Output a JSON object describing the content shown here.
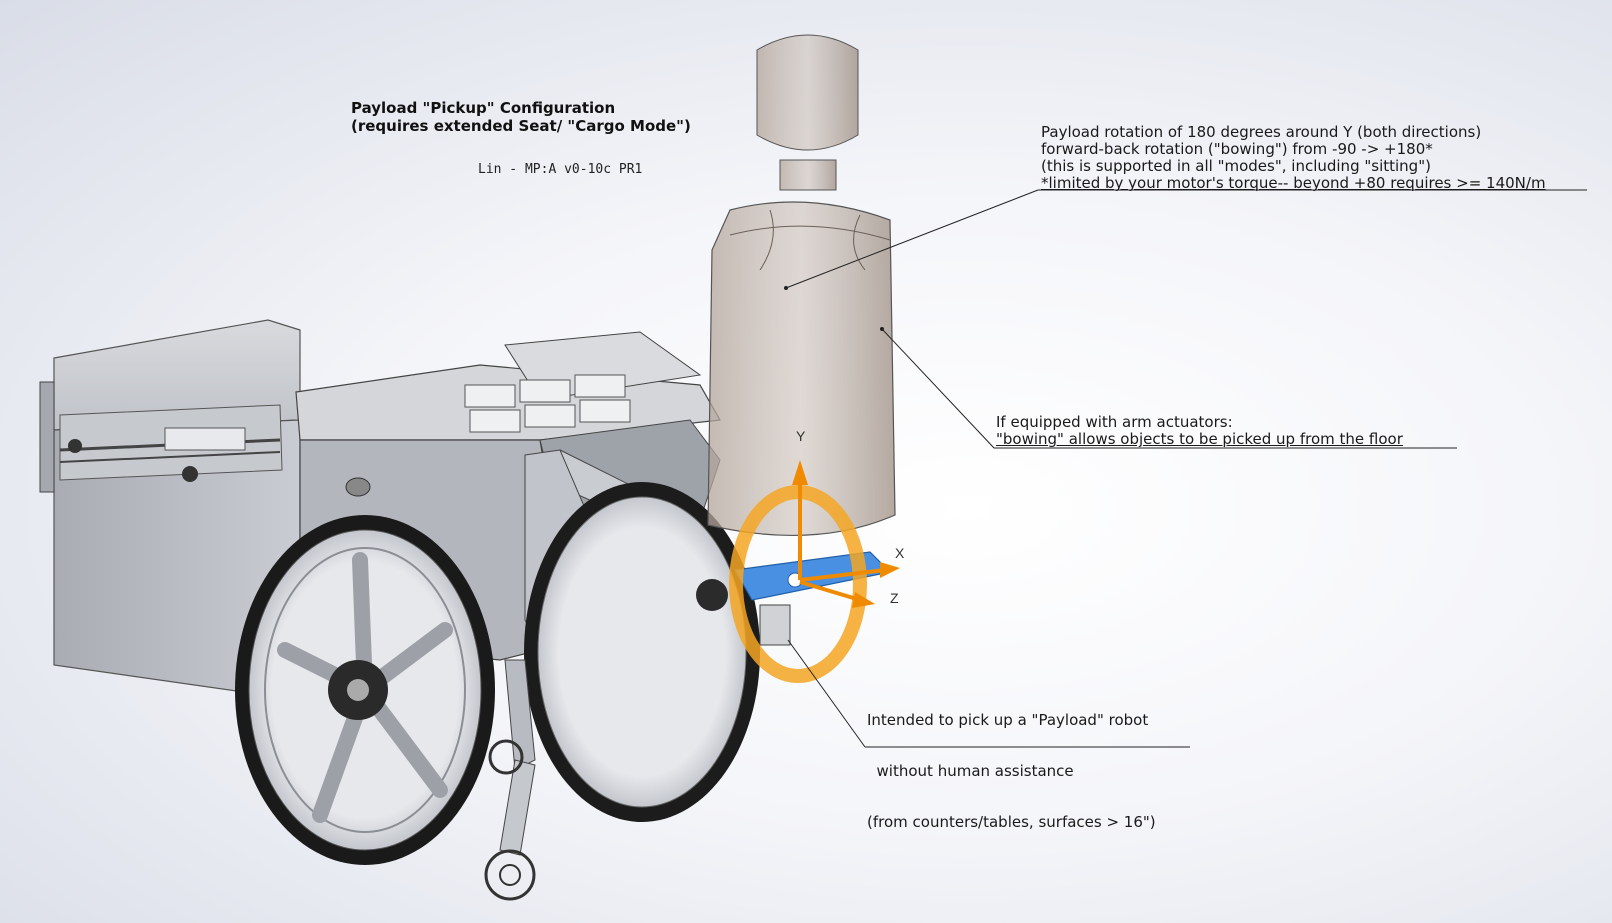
{
  "drawing": {
    "title_line1": "Payload \"Pickup\" Configuration",
    "title_line2": "(requires extended Seat/ \"Cargo Mode\")",
    "version": "Lin - MP:A v0-10c PR1"
  },
  "annotations": {
    "rotation": {
      "line1": "Payload rotation of 180 degrees around Y (both directions)",
      "line2": "forward-back rotation (\"bowing\") from -90 -> +180*",
      "line3": "(this is supported in all \"modes\", including \"sitting\")",
      "line4": "*limited by your motor's torque-- beyond +80 requires >= 140N/m"
    },
    "actuators": {
      "line1": "If equipped with arm actuators:",
      "line2": "\"bowing\" allows objects to be picked up from the floor"
    },
    "intent": {
      "line1": "Intended to pick up a \"Payload\" robot",
      "line2": "  without human assistance",
      "line3": "(from counters/tables, surfaces > 16\")"
    }
  },
  "axes": {
    "y": "Y",
    "x": "X",
    "z": "Z"
  },
  "colors": {
    "rotation_ring": "#f5a623",
    "axis_arrows": "#f08a00",
    "arm_link": "#4a90e2",
    "payload_body": "#a8988c",
    "frame_metal": "#b9bcc2",
    "tire": "#1c1c1c"
  }
}
